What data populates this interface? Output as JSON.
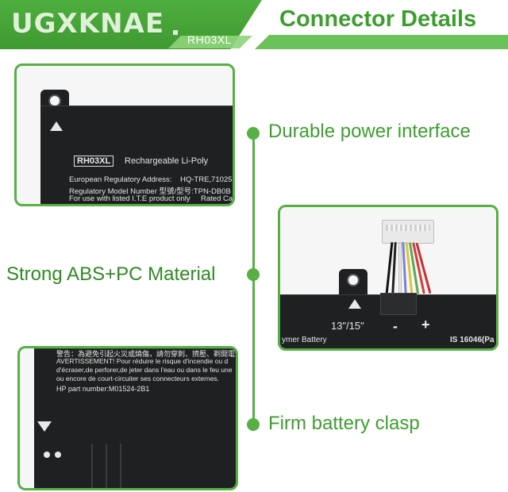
{
  "header": {
    "brand": "UGXKNAE",
    "model": "RH03XL",
    "title": "Connector Details"
  },
  "features": {
    "durable": "Durable power interface",
    "abs": "Strong ABS+PC Material",
    "clasp": "Firm battery clasp"
  },
  "panel_top": {
    "label_box": "RH03XL",
    "label_text": "Rechargeable Li-Poly",
    "line1a": "European Regulatory Address:",
    "line1b": "HQ-TRE,71025",
    "line2": "Regulatory Model Number 型號/型号:TPN-DB0B",
    "line3a": "For use with listed I.T.E product only",
    "line3b": "Rated Ca"
  },
  "panel_mid": {
    "size": "13\"/15\"",
    "minus": "-",
    "plus": "+",
    "footer_left": "ymer Battery",
    "footer_right": "IS 16046(Pa"
  },
  "panel_bottom": {
    "line0": "警告：為避免引起火災或燒傷，請勿穿刺、擠壓、剃開電池",
    "line1": "AVERTISSEMENT! Pour réduire le risque d'incendie ou d",
    "line2": "d'écraser,de perforer,de jeter dans l'eau ou dans le feu une",
    "line3": "ou encore de court-circuiter ses connecteurs externes.",
    "line4": "HP part number:M01524-2B1"
  },
  "colors": {
    "green": "#56b044",
    "green_text": "#3d9e2f",
    "battery": "#1f2021"
  }
}
